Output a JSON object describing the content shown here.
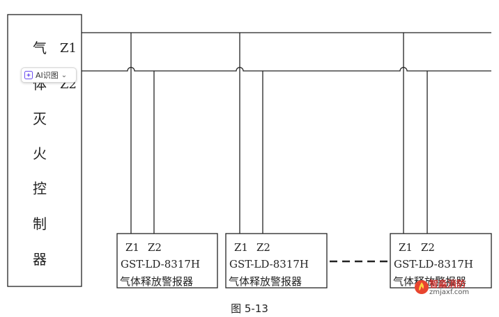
{
  "controller": {
    "chars": [
      "气",
      "体",
      "灭",
      "火",
      "控",
      "制",
      "器"
    ],
    "z1": "Z1",
    "z2": "Z2"
  },
  "devices": [
    {
      "z1": "Z1",
      "z2": "Z2",
      "model": "GST-LD-8317H",
      "name": "气体释放警报器"
    },
    {
      "z1": "Z1",
      "z2": "Z2",
      "model": "GST-LD-8317H",
      "name": "气体释放警报器"
    },
    {
      "z1": "Z1",
      "z2": "Z2",
      "model": "GST-LD-8317H",
      "name": "气体释放警报器"
    }
  ],
  "caption": "图 5-13",
  "overlay": {
    "ai_button_label": "AI识图",
    "ai_icon": "ai-sparkle-icon",
    "chevron_icon": "chevron-down-icon"
  },
  "watermark": {
    "name": "智淼消防",
    "url": "zmjaxf.com",
    "logo_icon": "flame-shield-icon"
  }
}
